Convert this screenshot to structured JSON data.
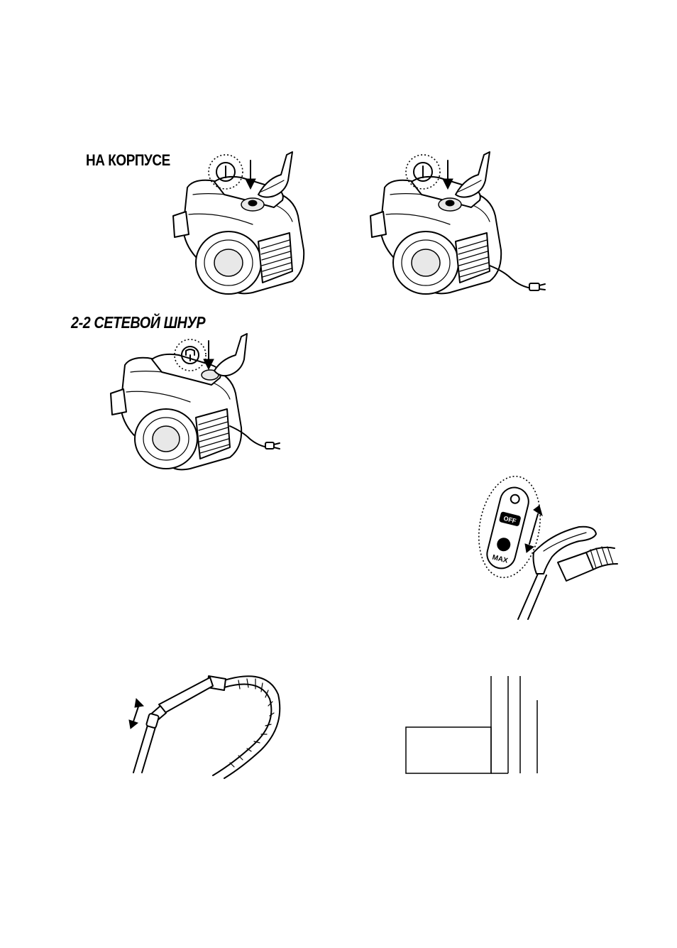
{
  "sections": {
    "body_heading": "НА КОРПУСЕ",
    "cord_heading": "2-2 СЕТЕВОЙ ШНУР"
  },
  "icons": {
    "power_switch": "power-symbol-icon",
    "cord_rewind": "cord-rewind-icon",
    "press_arrow": "down-arrow-icon",
    "slide_arrow": "double-arrow-icon"
  },
  "handle_control": {
    "labels": [
      "MAX",
      "OFF"
    ]
  }
}
